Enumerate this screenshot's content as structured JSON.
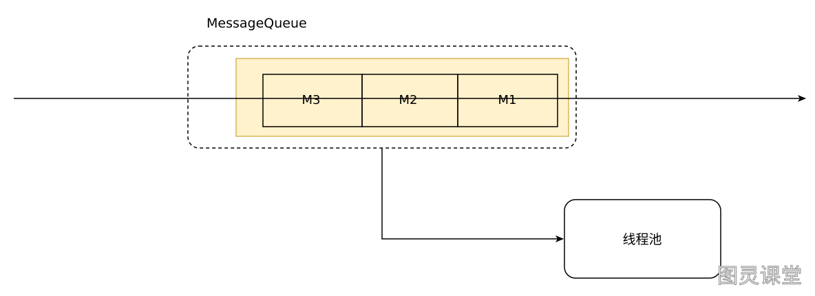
{
  "diagram": {
    "queue_title": "MessageQueue",
    "messages": [
      "M3",
      "M2",
      "M1"
    ],
    "thread_pool_label": "线程池",
    "watermark": "图灵课堂"
  },
  "colors": {
    "stroke": "#000000",
    "queue_fill": "#fff2cc",
    "queue_border": "#d6b656",
    "watermark": "#9a9a9a"
  }
}
